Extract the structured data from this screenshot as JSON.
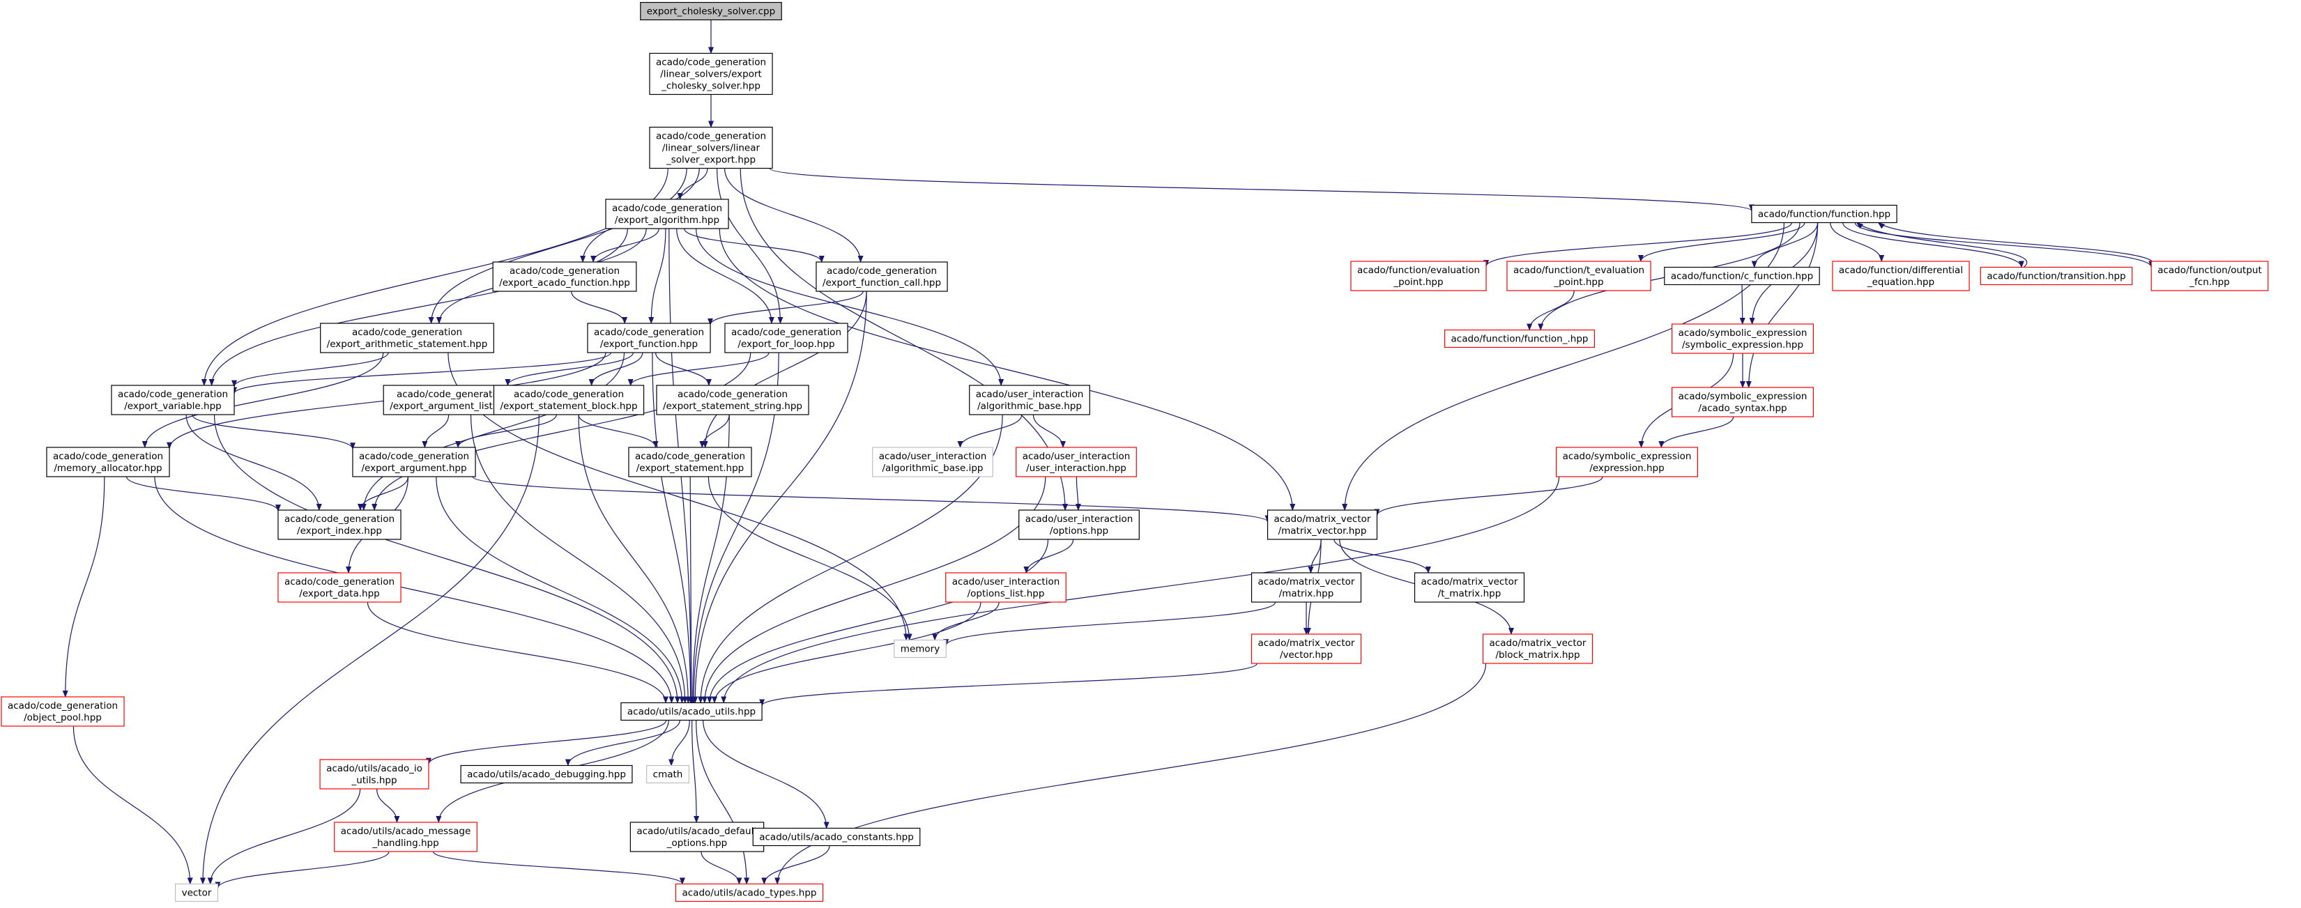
{
  "colors": {
    "edge": "#191970",
    "box_black": "#000000",
    "box_red": "#ff0000",
    "box_gray": "#bfbfbf",
    "root_fill": "#bfbfbf",
    "text": "#000000"
  },
  "nodes": [
    {
      "id": "root",
      "kind": "root",
      "lines": [
        "export_cholesky_solver.cpp"
      ]
    },
    {
      "id": "cholesky_hpp",
      "kind": "black",
      "lines": [
        "acado/code_generation",
        "/linear_solvers/export",
        "_cholesky_solver.hpp"
      ]
    },
    {
      "id": "linear_solver_export",
      "kind": "black",
      "lines": [
        "acado/code_generation",
        "/linear_solvers/linear",
        "_solver_export.hpp"
      ]
    },
    {
      "id": "export_algorithm",
      "kind": "black",
      "lines": [
        "acado/code_generation",
        "/export_algorithm.hpp"
      ]
    },
    {
      "id": "function_hpp",
      "kind": "black",
      "lines": [
        "acado/function/function.hpp"
      ]
    },
    {
      "id": "export_acado_function",
      "kind": "black",
      "lines": [
        "acado/code_generation",
        "/export_acado_function.hpp"
      ]
    },
    {
      "id": "export_function_call",
      "kind": "black",
      "lines": [
        "acado/code_generation",
        "/export_function_call.hpp"
      ]
    },
    {
      "id": "export_arithmetic_statement",
      "kind": "black",
      "lines": [
        "acado/code_generation",
        "/export_arithmetic_statement.hpp"
      ]
    },
    {
      "id": "export_function",
      "kind": "black",
      "lines": [
        "acado/code_generation",
        "/export_function.hpp"
      ]
    },
    {
      "id": "export_for_loop",
      "kind": "black",
      "lines": [
        "acado/code_generation",
        "/export_for_loop.hpp"
      ]
    },
    {
      "id": "export_variable",
      "kind": "black",
      "lines": [
        "acado/code_generation",
        "/export_variable.hpp"
      ]
    },
    {
      "id": "export_argument_list",
      "kind": "black",
      "lines": [
        "acado/code_generation",
        "/export_argument_list.hpp"
      ]
    },
    {
      "id": "export_statement_block",
      "kind": "black",
      "lines": [
        "acado/code_generation",
        "/export_statement_block.hpp"
      ]
    },
    {
      "id": "export_statement_string",
      "kind": "black",
      "lines": [
        "acado/code_generation",
        "/export_statement_string.hpp"
      ]
    },
    {
      "id": "algorithmic_base",
      "kind": "black",
      "lines": [
        "acado/user_interaction",
        "/algorithmic_base.hpp"
      ]
    },
    {
      "id": "memory_allocator",
      "kind": "black",
      "lines": [
        "acado/code_generation",
        "/memory_allocator.hpp"
      ]
    },
    {
      "id": "export_argument",
      "kind": "black",
      "lines": [
        "acado/code_generation",
        "/export_argument.hpp"
      ]
    },
    {
      "id": "export_statement",
      "kind": "black",
      "lines": [
        "acado/code_generation",
        "/export_statement.hpp"
      ]
    },
    {
      "id": "algorithmic_base_ipp",
      "kind": "gray",
      "lines": [
        "acado/user_interaction",
        "/algorithmic_base.ipp"
      ]
    },
    {
      "id": "user_interaction_hpp",
      "kind": "red",
      "lines": [
        "acado/user_interaction",
        "/user_interaction.hpp"
      ]
    },
    {
      "id": "export_index",
      "kind": "black",
      "lines": [
        "acado/code_generation",
        "/export_index.hpp"
      ]
    },
    {
      "id": "options_hpp",
      "kind": "black",
      "lines": [
        "acado/user_interaction",
        "/options.hpp"
      ]
    },
    {
      "id": "export_data",
      "kind": "red",
      "lines": [
        "acado/code_generation",
        "/export_data.hpp"
      ]
    },
    {
      "id": "options_list",
      "kind": "red",
      "lines": [
        "acado/user_interaction",
        "/options_list.hpp"
      ]
    },
    {
      "id": "memory",
      "kind": "gray",
      "lines": [
        "memory"
      ]
    },
    {
      "id": "object_pool",
      "kind": "red",
      "lines": [
        "acado/code_generation",
        "/object_pool.hpp"
      ]
    },
    {
      "id": "acado_utils",
      "kind": "black",
      "lines": [
        "acado/utils/acado_utils.hpp"
      ]
    },
    {
      "id": "evaluation_point",
      "kind": "red",
      "lines": [
        "acado/function/evaluation",
        "_point.hpp"
      ]
    },
    {
      "id": "t_evaluation_point",
      "kind": "red",
      "lines": [
        "acado/function/t_evaluation",
        "_point.hpp"
      ]
    },
    {
      "id": "c_function",
      "kind": "black",
      "lines": [
        "acado/function/c_function.hpp"
      ]
    },
    {
      "id": "differential_equation",
      "kind": "red",
      "lines": [
        "acado/function/differential",
        "_equation.hpp"
      ]
    },
    {
      "id": "transition",
      "kind": "red",
      "lines": [
        "acado/function/transition.hpp"
      ]
    },
    {
      "id": "output_fcn",
      "kind": "red",
      "lines": [
        "acado/function/output",
        "_fcn.hpp"
      ]
    },
    {
      "id": "function_",
      "kind": "red",
      "lines": [
        "acado/function/function_.hpp"
      ]
    },
    {
      "id": "symbolic_expression",
      "kind": "red",
      "lines": [
        "acado/symbolic_expression",
        "/symbolic_expression.hpp"
      ]
    },
    {
      "id": "acado_syntax",
      "kind": "red",
      "lines": [
        "acado/symbolic_expression",
        "/acado_syntax.hpp"
      ]
    },
    {
      "id": "expression",
      "kind": "red",
      "lines": [
        "acado/symbolic_expression",
        "/expression.hpp"
      ]
    },
    {
      "id": "matrix_vector_hpp",
      "kind": "black",
      "lines": [
        "acado/matrix_vector",
        "/matrix_vector.hpp"
      ]
    },
    {
      "id": "matrix_hpp",
      "kind": "black",
      "lines": [
        "acado/matrix_vector",
        "/matrix.hpp"
      ]
    },
    {
      "id": "t_matrix",
      "kind": "black",
      "lines": [
        "acado/matrix_vector",
        "/t_matrix.hpp"
      ]
    },
    {
      "id": "vector_hpp",
      "kind": "red",
      "lines": [
        "acado/matrix_vector",
        "/vector.hpp"
      ]
    },
    {
      "id": "block_matrix",
      "kind": "red",
      "lines": [
        "acado/matrix_vector",
        "/block_matrix.hpp"
      ]
    },
    {
      "id": "acado_io_utils",
      "kind": "red",
      "lines": [
        "acado/utils/acado_io",
        "_utils.hpp"
      ]
    },
    {
      "id": "acado_debugging",
      "kind": "black",
      "lines": [
        "acado/utils/acado_debugging.hpp"
      ]
    },
    {
      "id": "cmath",
      "kind": "gray",
      "lines": [
        "cmath"
      ]
    },
    {
      "id": "acado_message_handling",
      "kind": "red",
      "lines": [
        "acado/utils/acado_message",
        "_handling.hpp"
      ]
    },
    {
      "id": "acado_default_options",
      "kind": "black",
      "lines": [
        "acado/utils/acado_default",
        "_options.hpp"
      ]
    },
    {
      "id": "acado_constants",
      "kind": "black",
      "lines": [
        "acado/utils/acado_constants.hpp"
      ]
    },
    {
      "id": "vector_std",
      "kind": "gray",
      "lines": [
        "vector"
      ]
    },
    {
      "id": "acado_types",
      "kind": "red",
      "lines": [
        "acado/utils/acado_types.hpp"
      ]
    }
  ],
  "edges": [
    [
      "root",
      "cholesky_hpp"
    ],
    [
      "cholesky_hpp",
      "linear_solver_export"
    ],
    [
      "linear_solver_export",
      "export_algorithm"
    ],
    [
      "linear_solver_export",
      "function_hpp"
    ],
    [
      "linear_solver_export",
      "export_acado_function"
    ],
    [
      "linear_solver_export",
      "export_function_call"
    ],
    [
      "linear_solver_export",
      "export_arithmetic_statement"
    ],
    [
      "linear_solver_export",
      "export_for_loop"
    ],
    [
      "linear_solver_export",
      "export_variable"
    ],
    [
      "linear_solver_export",
      "options_hpp"
    ],
    [
      "export_algorithm",
      "export_acado_function"
    ],
    [
      "export_algorithm",
      "export_function_call"
    ],
    [
      "export_algorithm",
      "export_arithmetic_statement"
    ],
    [
      "export_algorithm",
      "export_function"
    ],
    [
      "export_algorithm",
      "export_for_loop"
    ],
    [
      "export_algorithm",
      "export_variable"
    ],
    [
      "export_algorithm",
      "algorithmic_base"
    ],
    [
      "export_algorithm",
      "acado_utils"
    ],
    [
      "export_algorithm",
      "matrix_vector_hpp"
    ],
    [
      "export_acado_function",
      "export_function"
    ],
    [
      "export_function_call",
      "export_function"
    ],
    [
      "export_function_call",
      "export_statement"
    ],
    [
      "export_function_call",
      "acado_utils"
    ],
    [
      "export_arithmetic_statement",
      "export_variable"
    ],
    [
      "export_arithmetic_statement",
      "memory_allocator"
    ],
    [
      "export_arithmetic_statement",
      "memory"
    ],
    [
      "export_function",
      "export_variable"
    ],
    [
      "export_function",
      "export_argument_list"
    ],
    [
      "export_function",
      "export_statement_block"
    ],
    [
      "export_function",
      "export_statement_string"
    ],
    [
      "export_function",
      "export_index"
    ],
    [
      "export_function",
      "memory_allocator"
    ],
    [
      "export_function",
      "acado_utils"
    ],
    [
      "export_for_loop",
      "export_statement_block"
    ],
    [
      "export_for_loop",
      "export_index"
    ],
    [
      "export_for_loop",
      "acado_utils"
    ],
    [
      "export_variable",
      "export_argument"
    ],
    [
      "export_variable",
      "export_index"
    ],
    [
      "export_variable",
      "acado_utils"
    ],
    [
      "export_argument_list",
      "export_argument"
    ],
    [
      "export_argument_list",
      "acado_utils"
    ],
    [
      "export_statement_block",
      "export_argument"
    ],
    [
      "export_statement_block",
      "export_statement"
    ],
    [
      "export_statement_block",
      "acado_utils"
    ],
    [
      "export_statement_block",
      "vector_std"
    ],
    [
      "export_statement_string",
      "export_statement"
    ],
    [
      "export_statement_string",
      "acado_utils"
    ],
    [
      "algorithmic_base",
      "algorithmic_base_ipp"
    ],
    [
      "algorithmic_base",
      "user_interaction_hpp"
    ],
    [
      "algorithmic_base",
      "acado_utils"
    ],
    [
      "memory_allocator",
      "export_index"
    ],
    [
      "memory_allocator",
      "object_pool"
    ],
    [
      "memory_allocator",
      "acado_utils"
    ],
    [
      "export_argument",
      "export_index"
    ],
    [
      "export_argument",
      "export_data"
    ],
    [
      "export_argument",
      "matrix_vector_hpp"
    ],
    [
      "export_argument",
      "acado_utils"
    ],
    [
      "export_statement",
      "acado_utils"
    ],
    [
      "export_statement",
      "memory"
    ],
    [
      "user_interaction_hpp",
      "options_hpp"
    ],
    [
      "user_interaction_hpp",
      "acado_utils"
    ],
    [
      "options_hpp",
      "options_list"
    ],
    [
      "options_hpp",
      "acado_utils"
    ],
    [
      "export_data",
      "acado_utils"
    ],
    [
      "options_list",
      "memory"
    ],
    [
      "options_list",
      "acado_utils"
    ],
    [
      "object_pool",
      "vector_std"
    ],
    [
      "function_hpp",
      "evaluation_point"
    ],
    [
      "function_hpp",
      "t_evaluation_point"
    ],
    [
      "function_hpp",
      "c_function"
    ],
    [
      "function_hpp",
      "differential_equation"
    ],
    [
      "function_hpp",
      "transition"
    ],
    [
      "function_hpp",
      "output_fcn"
    ],
    [
      "function_hpp",
      "function_"
    ],
    [
      "function_hpp",
      "matrix_vector_hpp"
    ],
    [
      "function_hpp",
      "symbolic_expression"
    ],
    [
      "function_hpp",
      "acado_syntax"
    ],
    [
      "output_fcn",
      "function_hpp"
    ],
    [
      "transition",
      "function_hpp"
    ],
    [
      "t_evaluation_point",
      "function_"
    ],
    [
      "c_function",
      "symbolic_expression"
    ],
    [
      "symbolic_expression",
      "acado_syntax"
    ],
    [
      "symbolic_expression",
      "expression"
    ],
    [
      "acado_syntax",
      "expression"
    ],
    [
      "expression",
      "matrix_vector_hpp"
    ],
    [
      "expression",
      "acado_utils"
    ],
    [
      "matrix_vector_hpp",
      "matrix_hpp"
    ],
    [
      "matrix_vector_hpp",
      "t_matrix"
    ],
    [
      "matrix_vector_hpp",
      "vector_hpp"
    ],
    [
      "matrix_vector_hpp",
      "block_matrix"
    ],
    [
      "matrix_hpp",
      "vector_hpp"
    ],
    [
      "matrix_hpp",
      "memory"
    ],
    [
      "vector_hpp",
      "acado_utils"
    ],
    [
      "block_matrix",
      "acado_types"
    ],
    [
      "acado_utils",
      "acado_io_utils"
    ],
    [
      "acado_utils",
      "acado_debugging"
    ],
    [
      "acado_utils",
      "cmath"
    ],
    [
      "acado_utils",
      "acado_message_handling"
    ],
    [
      "acado_utils",
      "acado_default_options"
    ],
    [
      "acado_utils",
      "acado_constants"
    ],
    [
      "acado_utils",
      "acado_types"
    ],
    [
      "acado_io_utils",
      "acado_message_handling"
    ],
    [
      "acado_io_utils",
      "vector_std"
    ],
    [
      "acado_message_handling",
      "vector_std"
    ],
    [
      "acado_message_handling",
      "acado_types"
    ],
    [
      "acado_default_options",
      "acado_types"
    ],
    [
      "acado_constants",
      "acado_types"
    ]
  ]
}
